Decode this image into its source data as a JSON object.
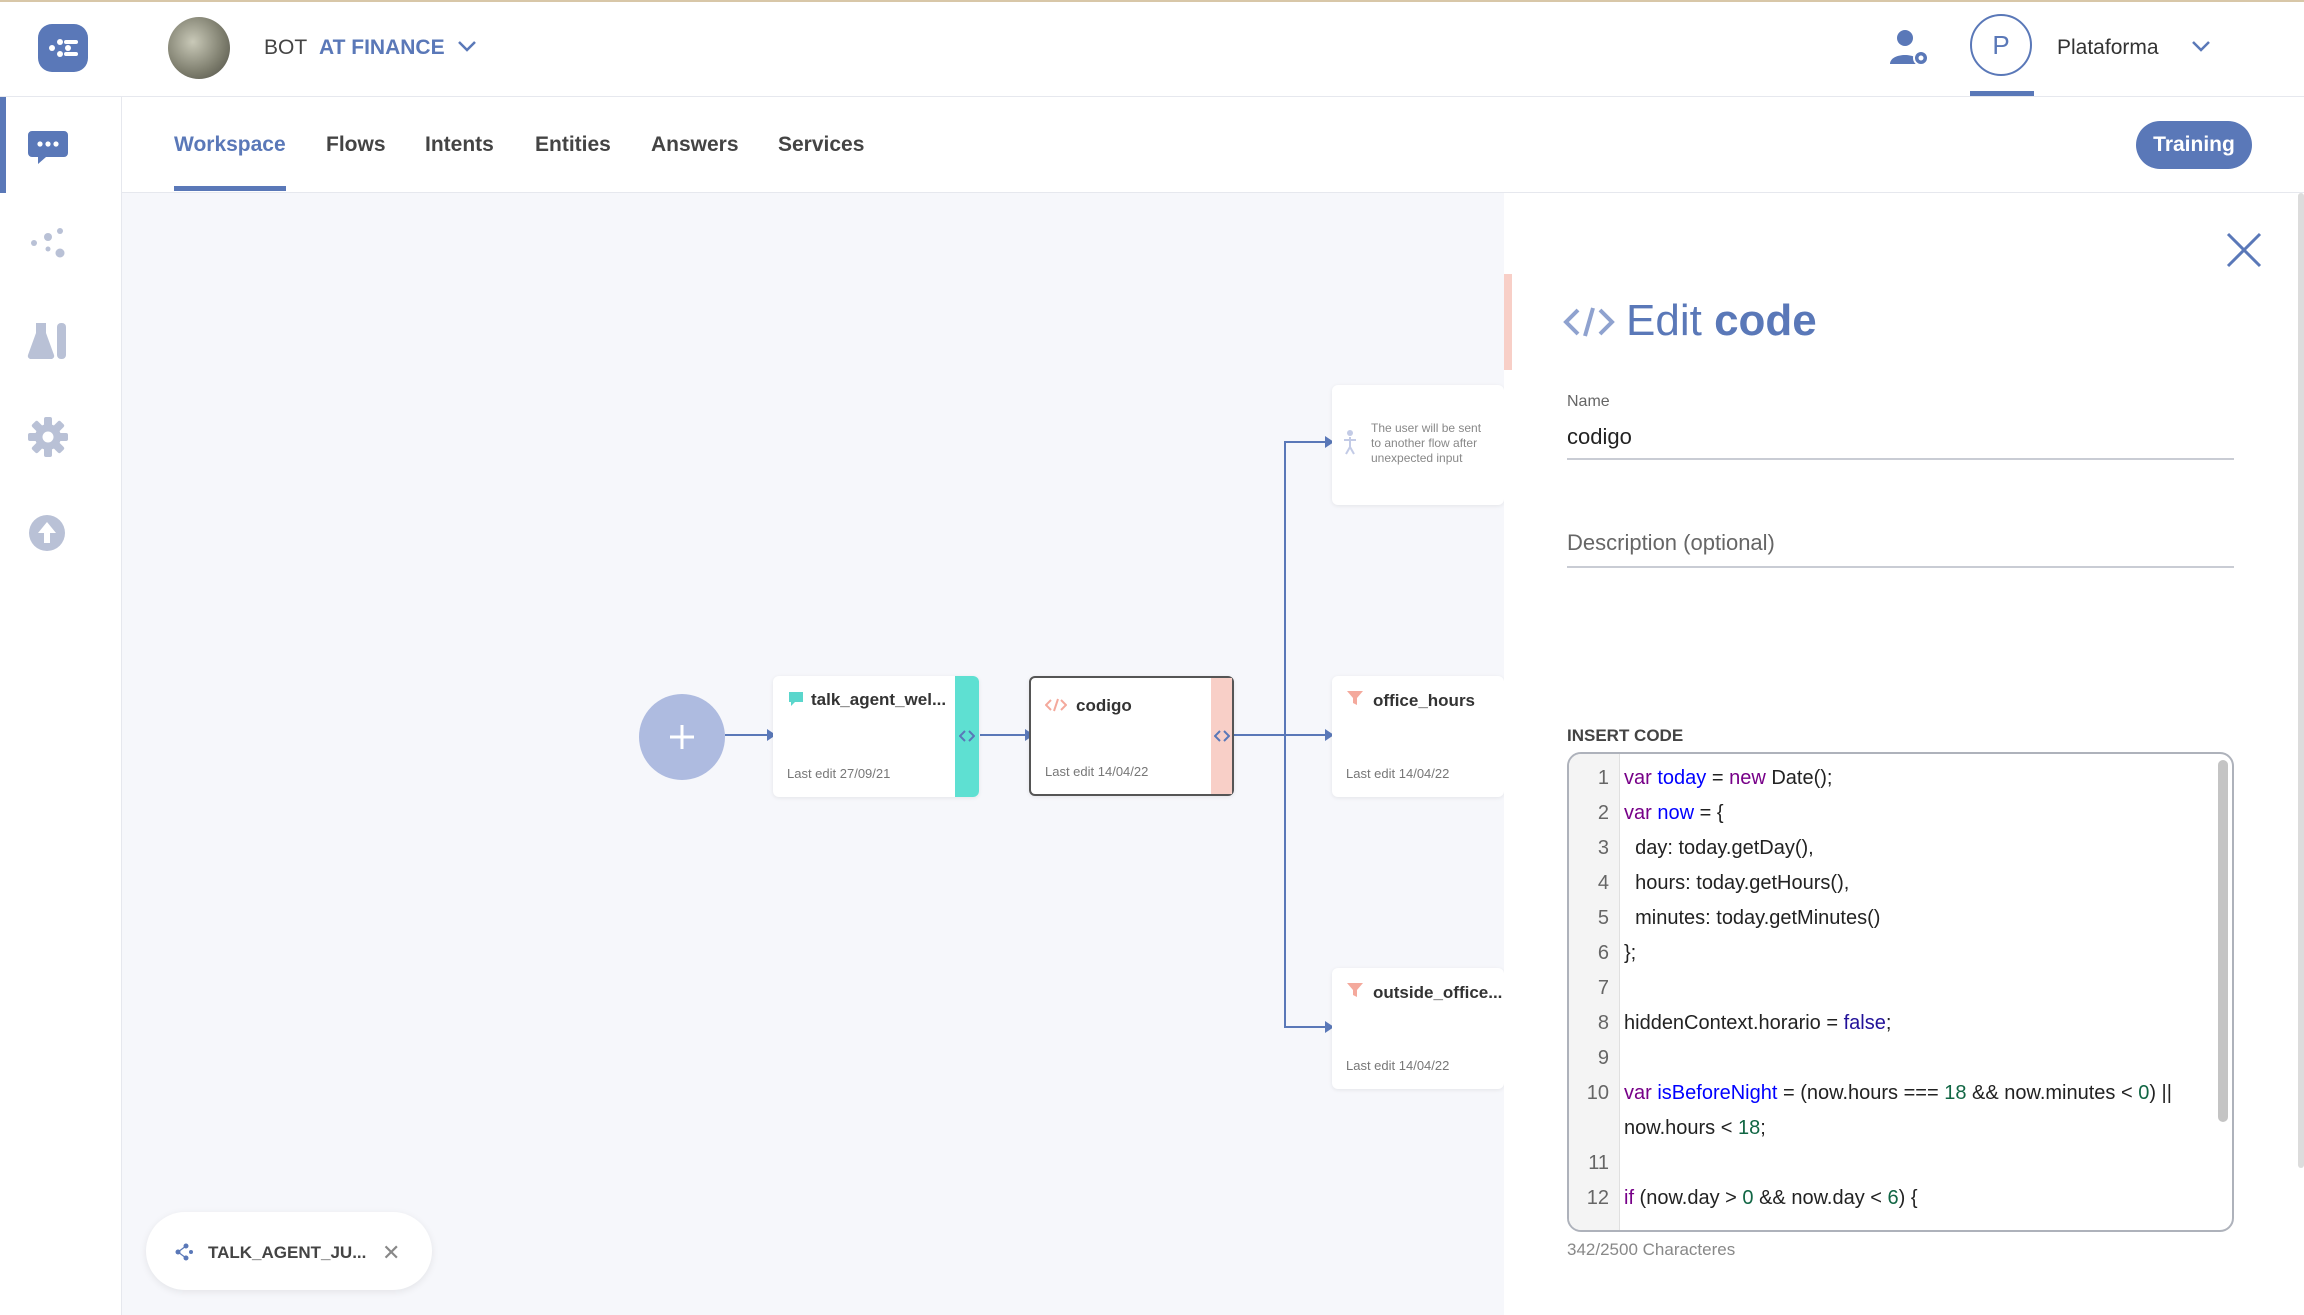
{
  "header": {
    "bot_prefix": "BOT",
    "bot_name": "AT FINANCE",
    "profile_initial": "P",
    "profile_name": "Plataforma",
    "accent": "#5a78b8"
  },
  "sidebar": {
    "items": [
      {
        "icon": "chat-icon"
      },
      {
        "icon": "network-icon"
      },
      {
        "icon": "lab-icon"
      },
      {
        "icon": "gear-icon"
      },
      {
        "icon": "upload-icon"
      }
    ]
  },
  "tabs": {
    "items": [
      "Workspace",
      "Flows",
      "Intents",
      "Entities",
      "Answers",
      "Services"
    ],
    "active": "Workspace",
    "training_label": "Training"
  },
  "canvas": {
    "nodes": {
      "talk_agent": {
        "title": "talk_agent_wel...",
        "edit": "Last edit 27/09/21"
      },
      "codigo": {
        "title": "codigo",
        "edit": "Last edit 14/04/22"
      },
      "fallback": {
        "lines": [
          "The user will be sent",
          "to another flow after",
          "unexpected input"
        ]
      },
      "office_hours": {
        "title": "office_hours",
        "edit": "Last edit 14/04/22"
      },
      "outside_office": {
        "title": "outside_office...",
        "edit": "Last edit 14/04/22"
      }
    },
    "flow_chip": "TALK_AGENT_JU..."
  },
  "panel": {
    "title_light": "Edit",
    "title_bold": "code",
    "name_label": "Name",
    "name_value": "codigo",
    "description_placeholder": "Description (optional)",
    "insert_label": "INSERT CODE",
    "char_count": "342/2500 Characteres",
    "line_numbers": [
      "1",
      "2",
      "3",
      "4",
      "5",
      "6",
      "7",
      "8",
      "9",
      "10",
      "",
      "11",
      "12"
    ],
    "code": {
      "l1": {
        "kw": "var",
        "def": "today",
        "op": " = ",
        "kw2": "new",
        "rest": " Date();"
      },
      "l2": {
        "kw": "var",
        "def": "now",
        "rest": " = {"
      },
      "l3": "  day: today.getDay(),",
      "l4": "  hours: today.getHours(),",
      "l5": "  minutes: today.getMinutes()",
      "l6": "};",
      "l8": {
        "rest": "hiddenContext.horario = ",
        "atom": "false",
        "end": ";"
      },
      "l10": {
        "kw": "var",
        "def": "isBeforeNight",
        "a": " = (now.hours === ",
        "n1": "18",
        "b": " && now.minutes < ",
        "n2": "0",
        "c": ") ||"
      },
      "l10b": {
        "a": "now.hours < ",
        "n": "18",
        "b": ";"
      },
      "l12": {
        "kw": "if",
        "a": " (now.day > ",
        "n1": "0",
        "b": " && now.day < ",
        "n2": "6",
        "c": ") {"
      }
    }
  }
}
